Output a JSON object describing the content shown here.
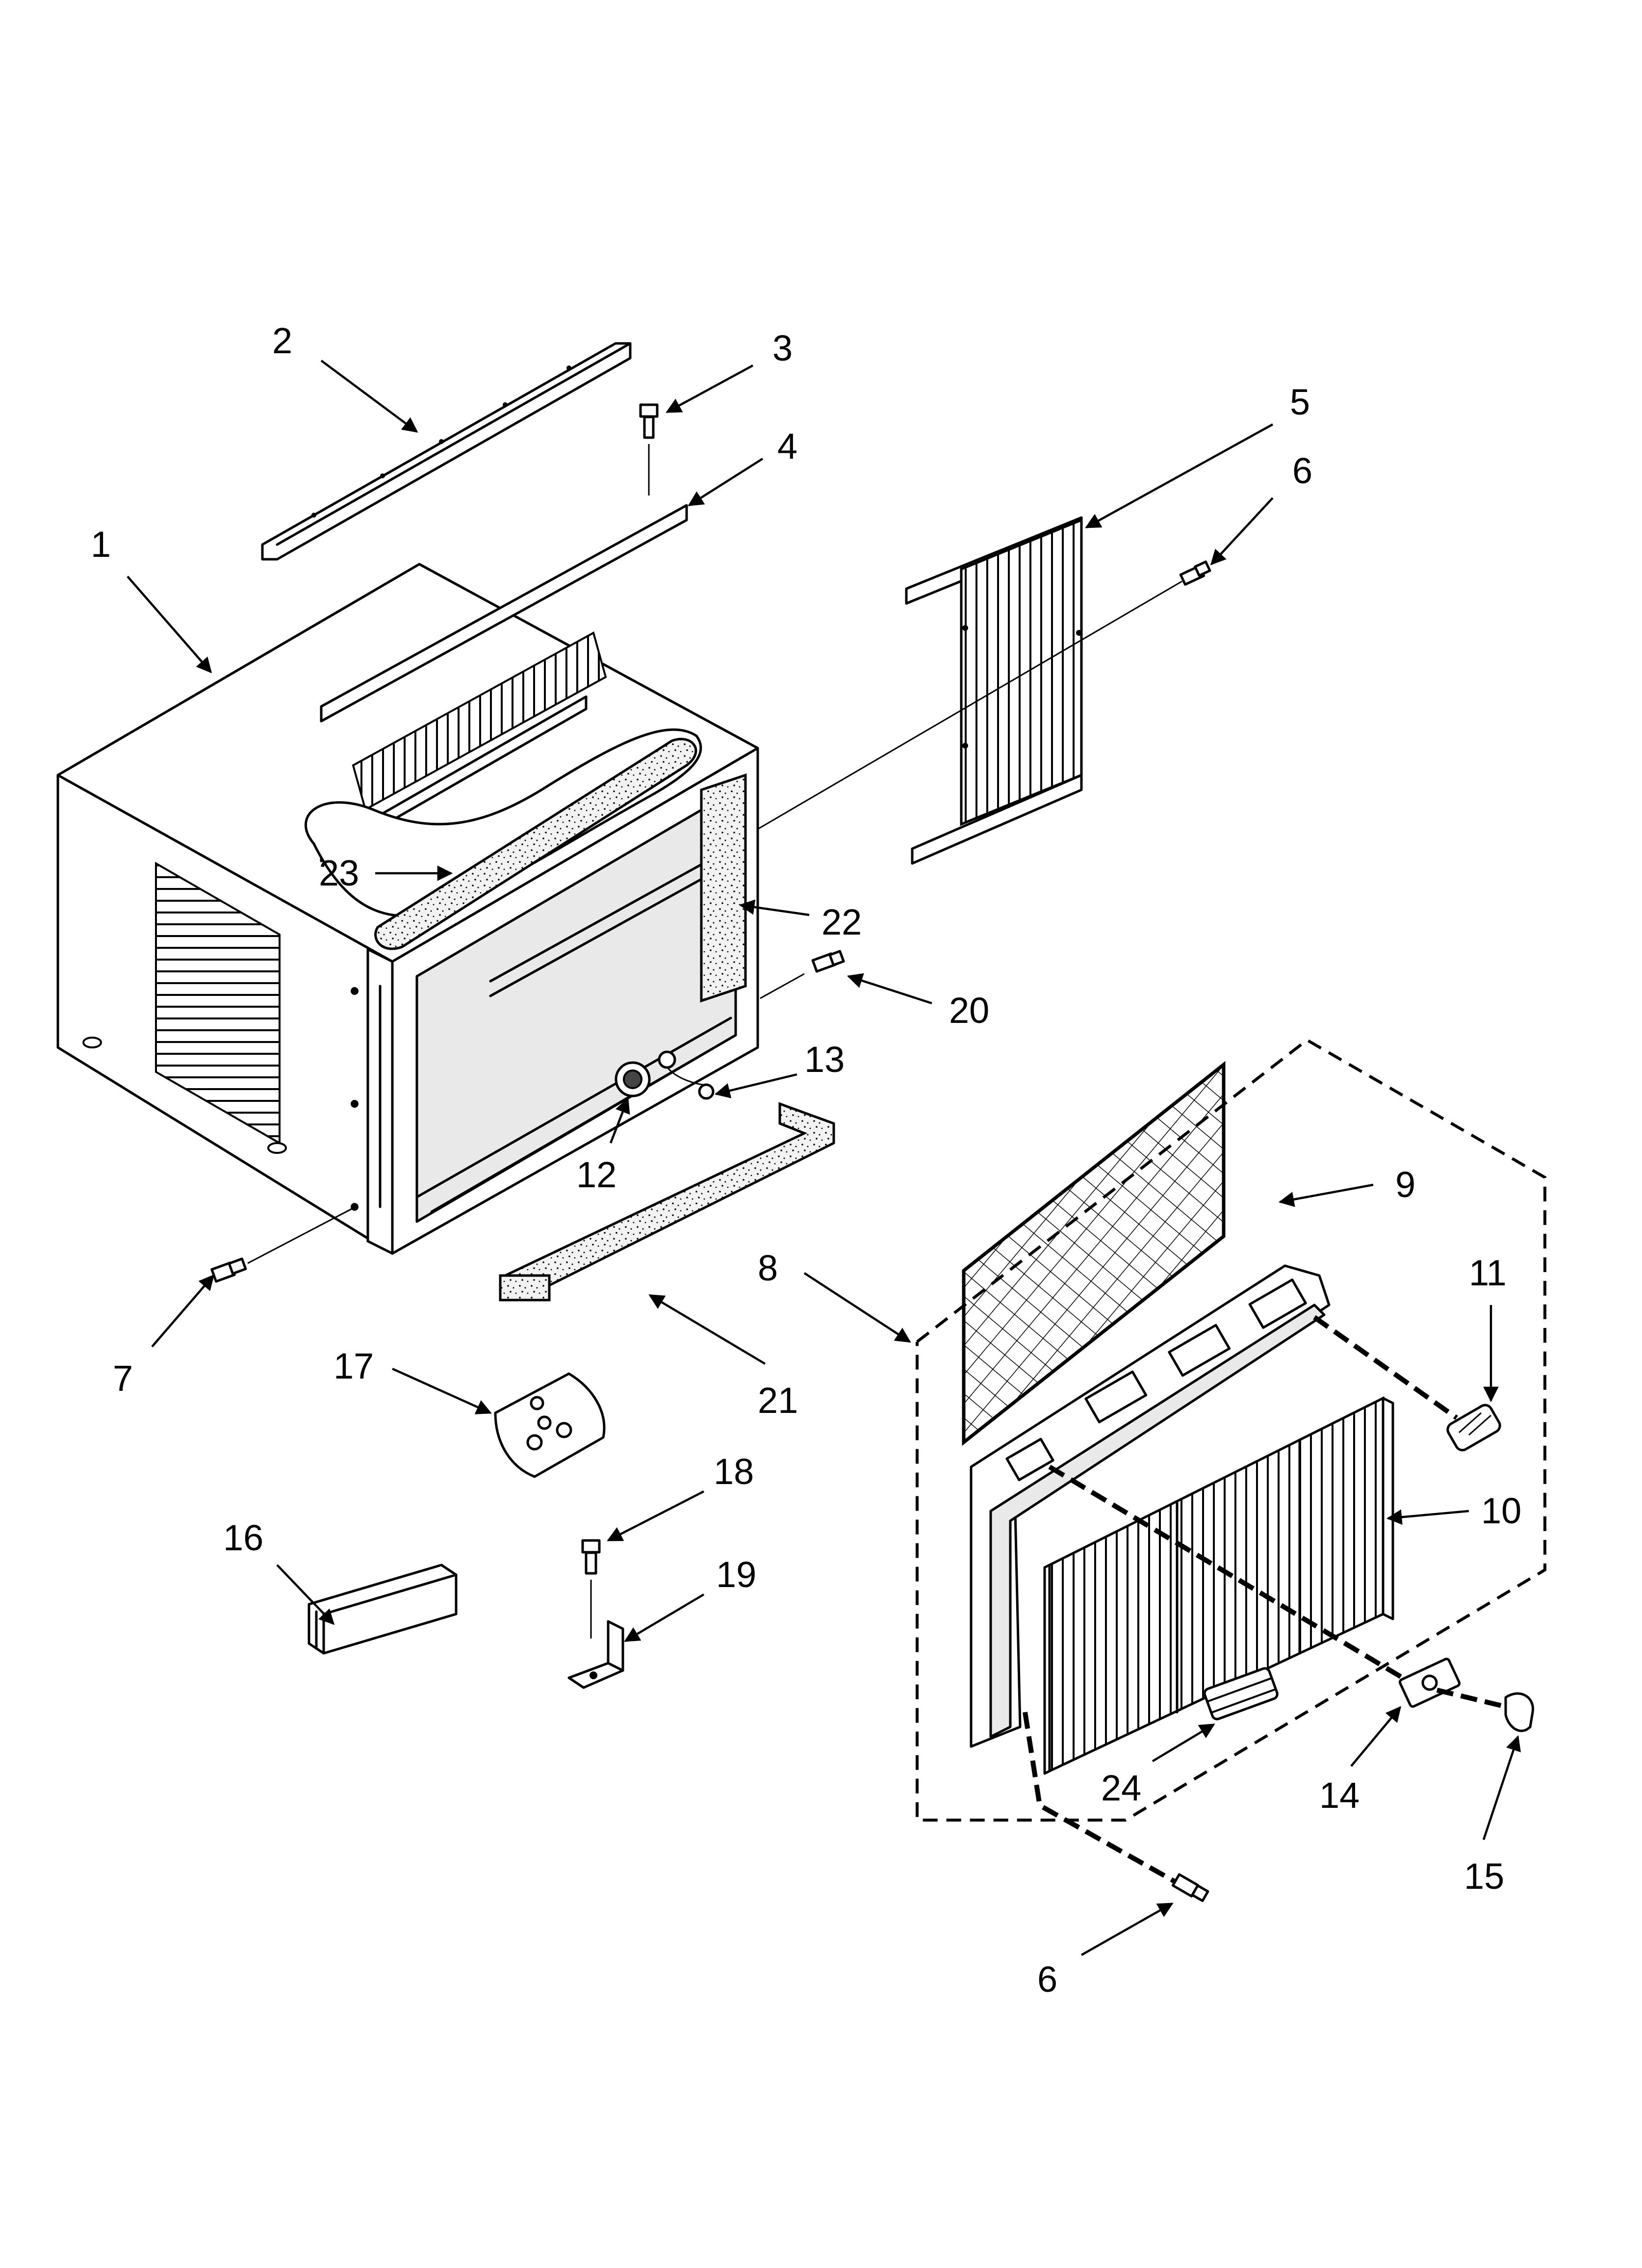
{
  "callouts": [
    {
      "id": "c1",
      "label": "1"
    },
    {
      "id": "c2",
      "label": "2"
    },
    {
      "id": "c3",
      "label": "3"
    },
    {
      "id": "c4",
      "label": "4"
    },
    {
      "id": "c5",
      "label": "5"
    },
    {
      "id": "c6a",
      "label": "6"
    },
    {
      "id": "c6b",
      "label": "6"
    },
    {
      "id": "c7",
      "label": "7"
    },
    {
      "id": "c8",
      "label": "8"
    },
    {
      "id": "c9",
      "label": "9"
    },
    {
      "id": "c10",
      "label": "10"
    },
    {
      "id": "c11",
      "label": "11"
    },
    {
      "id": "c12",
      "label": "12"
    },
    {
      "id": "c13",
      "label": "13"
    },
    {
      "id": "c14",
      "label": "14"
    },
    {
      "id": "c15",
      "label": "15"
    },
    {
      "id": "c16",
      "label": "16"
    },
    {
      "id": "c17",
      "label": "17"
    },
    {
      "id": "c18",
      "label": "18"
    },
    {
      "id": "c19",
      "label": "19"
    },
    {
      "id": "c20",
      "label": "20"
    },
    {
      "id": "c21",
      "label": "21"
    },
    {
      "id": "c22",
      "label": "22"
    },
    {
      "id": "c23",
      "label": "23"
    },
    {
      "id": "c24",
      "label": "24"
    }
  ]
}
